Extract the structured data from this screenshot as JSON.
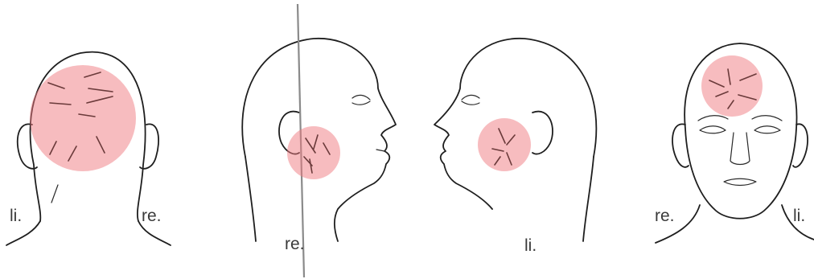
{
  "colors": {
    "highlight": "#f07a80",
    "outline": "#1e1e1e",
    "label": "#3a3a3a",
    "divider": "#8a8a8a",
    "marks": "#6a3a3a"
  },
  "views": [
    {
      "id": "back",
      "labels": [
        "li.",
        "re."
      ],
      "highlight": "occipital"
    },
    {
      "id": "right",
      "labels": [
        "re."
      ],
      "highlight": "right-ear"
    },
    {
      "id": "left",
      "labels": [
        "li."
      ],
      "highlight": "left-ear"
    },
    {
      "id": "front",
      "labels": [
        "re.",
        "li."
      ],
      "highlight": "forehead"
    }
  ]
}
